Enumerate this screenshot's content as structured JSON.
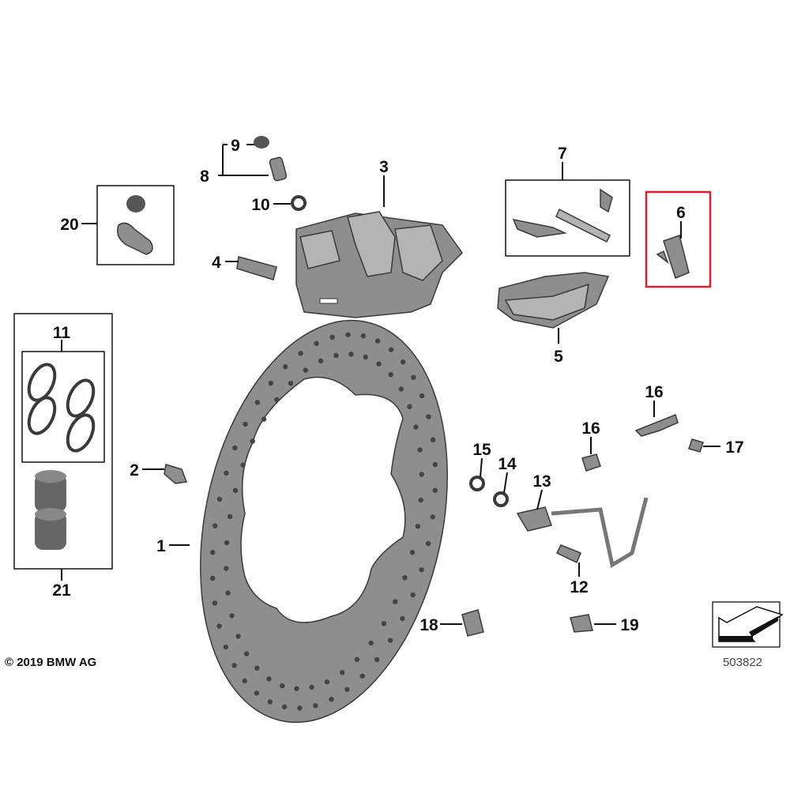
{
  "diagram": {
    "labels": {
      "l1": "1",
      "l2": "2",
      "l3": "3",
      "l4": "4",
      "l5": "5",
      "l6": "6",
      "l7": "7",
      "l8": "8",
      "l9": "9",
      "l10": "10",
      "l11": "11",
      "l12": "12",
      "l13": "13",
      "l14": "14",
      "l15": "15",
      "l16a": "16",
      "l16b": "16",
      "l17": "17",
      "l18": "18",
      "l19": "19",
      "l20": "20",
      "l21": "21"
    },
    "highlight_color": "#d9202c",
    "highlighted_part": "6",
    "copyright": "© 2019 BMW AG",
    "diagram_number": "503822"
  }
}
